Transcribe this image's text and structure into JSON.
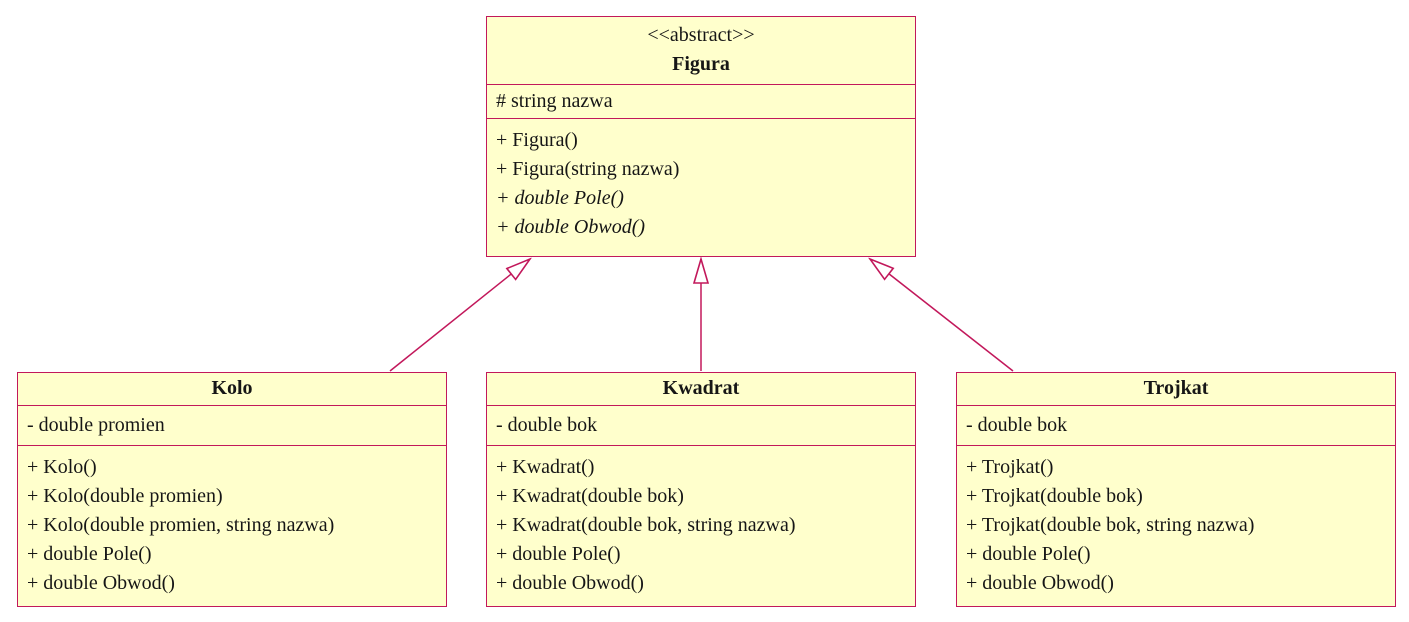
{
  "diagram": {
    "kind": "uml-class-diagram",
    "colors": {
      "background": "#FFFFFF",
      "box_fill": "#FFFFCC",
      "border": "#C2185B",
      "text": "#161616"
    },
    "classes": {
      "figura": {
        "stereotype": "<<abstract>>",
        "name": "Figura",
        "attributes": [
          "# string nazwa"
        ],
        "methods": [
          "+ Figura()",
          "+ Figura(string nazwa)",
          "+ double Pole()",
          "+ double Obwod()"
        ],
        "abstract_methods": [
          "+ double Pole()",
          "+ double Obwod()"
        ]
      },
      "kolo": {
        "name": "Kolo",
        "attributes": [
          "- double promien"
        ],
        "methods": [
          "+ Kolo()",
          "+ Kolo(double promien)",
          "+ Kolo(double promien, string nazwa)",
          "+ double Pole()",
          "+ double Obwod()"
        ]
      },
      "kwadrat": {
        "name": "Kwadrat",
        "attributes": [
          "- double bok"
        ],
        "methods": [
          "+ Kwadrat()",
          "+ Kwadrat(double bok)",
          "+ Kwadrat(double bok, string nazwa)",
          "+ double Pole()",
          "+ double Obwod()"
        ]
      },
      "trojkat": {
        "name": "Trojkat",
        "attributes": [
          "- double bok"
        ],
        "methods": [
          "+ Trojkat()",
          "+ Trojkat(double bok)",
          "+ Trojkat(double bok, string nazwa)",
          "+ double Pole()",
          "+ double Obwod()"
        ]
      }
    },
    "relations": [
      {
        "from": "Kolo",
        "to": "Figura",
        "type": "inheritance"
      },
      {
        "from": "Kwadrat",
        "to": "Figura",
        "type": "inheritance"
      },
      {
        "from": "Trojkat",
        "to": "Figura",
        "type": "inheritance"
      }
    ]
  }
}
